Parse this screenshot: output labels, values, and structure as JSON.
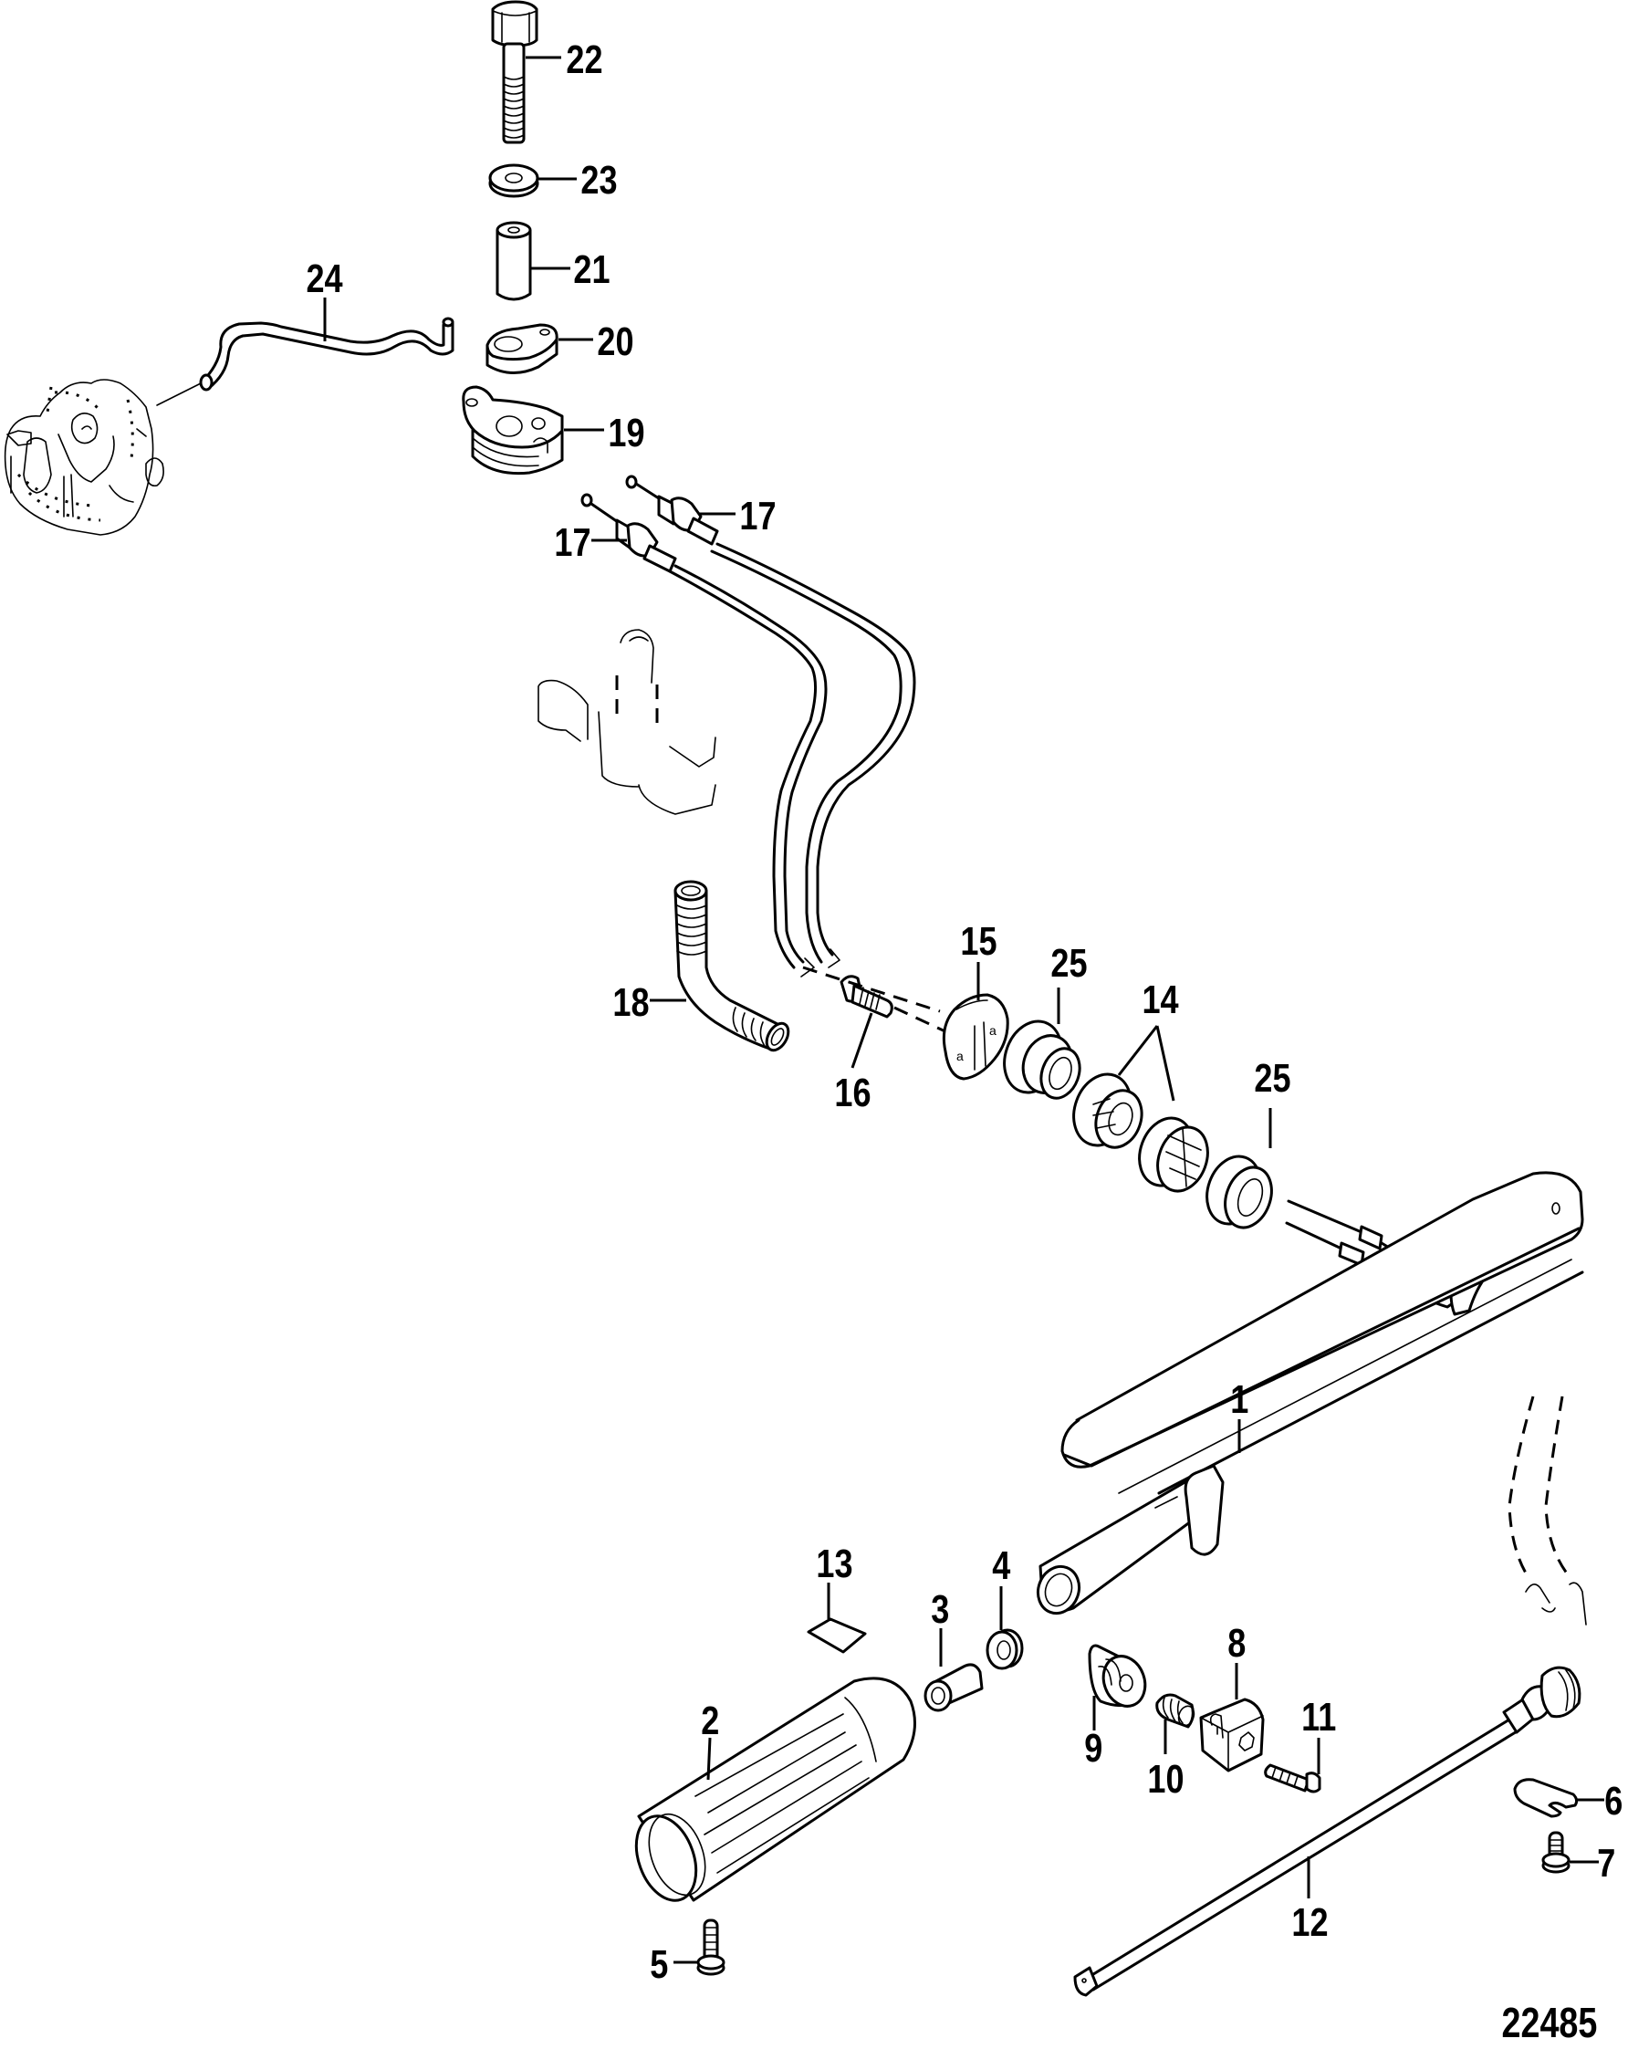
{
  "diagram": {
    "type": "exploded-parts-diagram",
    "subject": "tiller handle assembly",
    "figure_number": "22485",
    "background_color": "#ffffff",
    "line_color": "#000000",
    "callouts": {
      "c1": "1",
      "c2": "2",
      "c3": "3",
      "c4": "4",
      "c5": "5",
      "c6": "6",
      "c7": "7",
      "c8": "8",
      "c9": "9",
      "c10": "10",
      "c11": "11",
      "c12": "12",
      "c13": "13",
      "c14": "14",
      "c15": "15",
      "c16": "16",
      "c17a": "17",
      "c17b": "17",
      "c18": "18",
      "c19": "19",
      "c20": "20",
      "c21": "21",
      "c22": "22",
      "c23": "23",
      "c24": "24",
      "c25a": "25",
      "c25b": "25"
    },
    "parts": [
      {
        "callout": "1",
        "name": "tiller-handle-arm"
      },
      {
        "callout": "2",
        "name": "twist-grip"
      },
      {
        "callout": "3",
        "name": "bushing"
      },
      {
        "callout": "4",
        "name": "washer"
      },
      {
        "callout": "5",
        "name": "screw"
      },
      {
        "callout": "6",
        "name": "retainer-clip"
      },
      {
        "callout": "7",
        "name": "screw"
      },
      {
        "callout": "8",
        "name": "friction-block"
      },
      {
        "callout": "9",
        "name": "knob-adjuster"
      },
      {
        "callout": "10",
        "name": "spring"
      },
      {
        "callout": "11",
        "name": "screw"
      },
      {
        "callout": "12",
        "name": "shift-rod"
      },
      {
        "callout": "13",
        "name": "decal"
      },
      {
        "callout": "14",
        "name": "pulley-halves"
      },
      {
        "callout": "15",
        "name": "cable-retainer-plate"
      },
      {
        "callout": "16",
        "name": "screw"
      },
      {
        "callout": "17",
        "name": "throttle-cables"
      },
      {
        "callout": "18",
        "name": "hose"
      },
      {
        "callout": "19",
        "name": "throttle-cam-pulley"
      },
      {
        "callout": "20",
        "name": "throttle-lever"
      },
      {
        "callout": "21",
        "name": "spacer-sleeve"
      },
      {
        "callout": "22",
        "name": "bolt"
      },
      {
        "callout": "23",
        "name": "washer"
      },
      {
        "callout": "24",
        "name": "throttle-link-rod"
      },
      {
        "callout": "25",
        "name": "bushing"
      }
    ],
    "reference_parts": [
      "carburetor",
      "bracket"
    ]
  }
}
